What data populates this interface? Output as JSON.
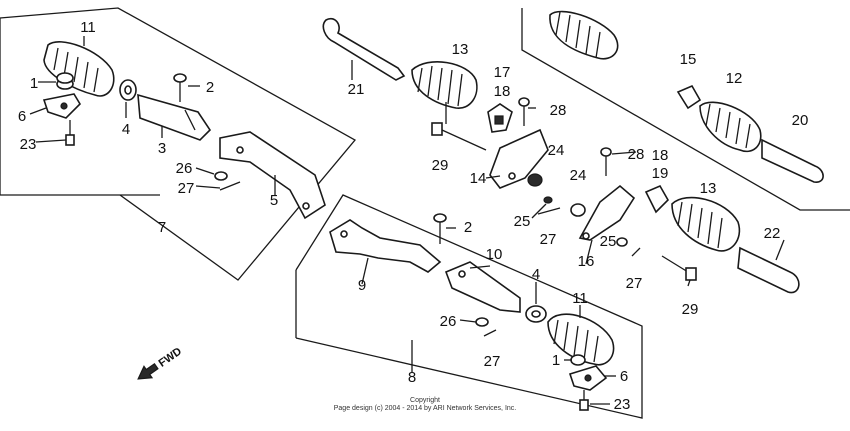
{
  "callouts": {
    "c1a": "1",
    "c2a": "2",
    "c3": "3",
    "c4a": "4",
    "c5": "5",
    "c6a": "6",
    "c7": "7",
    "c11a": "11",
    "c23a": "23",
    "c26a": "26",
    "c27a": "27",
    "c21": "21",
    "c13a": "13",
    "c17": "17",
    "c18a": "18",
    "c28a": "28",
    "c29a": "29",
    "c14": "14",
    "c24a": "24",
    "c24b": "24",
    "c28b": "28",
    "c25a": "25",
    "c27b": "27",
    "c15": "15",
    "c12": "12",
    "c20": "20",
    "c18b": "18",
    "c19": "19",
    "c16": "16",
    "c13b": "13",
    "c22": "22",
    "c25b": "25",
    "c27c": "27",
    "c29b": "29",
    "c2b": "2",
    "c9": "9",
    "c10": "10",
    "c4b": "4",
    "c11b": "11",
    "c26b": "26",
    "c27d": "27",
    "c8": "8",
    "c1b": "1",
    "c6b": "6",
    "c23b": "23"
  },
  "fwd_label": "FWD",
  "copyright": {
    "line1": "Copyright",
    "line2": "Page design (c) 2004 - 2014 by ARI Network Services, Inc."
  },
  "colors": {
    "ink": "#1a1a1a",
    "background": "#ffffff"
  }
}
